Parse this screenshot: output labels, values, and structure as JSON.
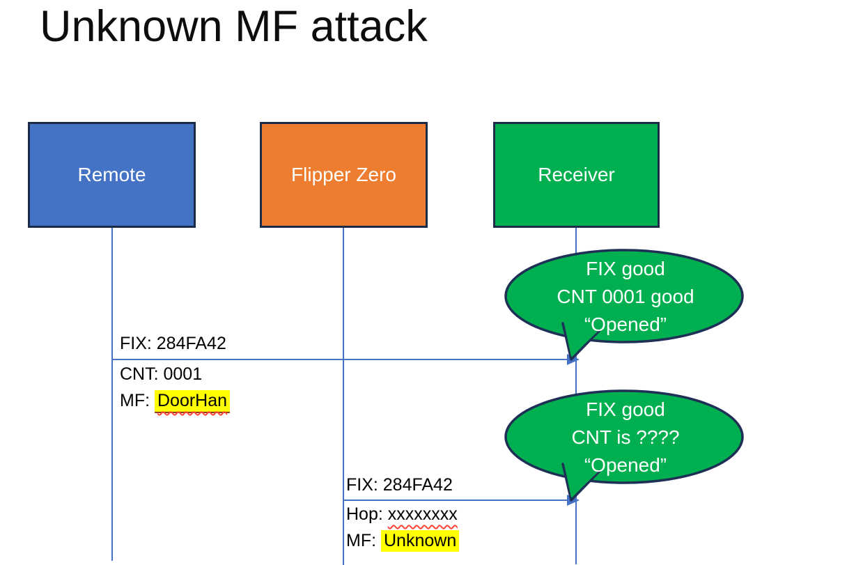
{
  "slide": {
    "title": "Unknown MF attack"
  },
  "colors": {
    "remote_fill": "#4472C4",
    "flipper_fill": "#ED7D31",
    "receiver_fill": "#00B050",
    "box_border": "#1C2B4A",
    "line_blue": "#4472C4",
    "bubble_fill": "#00B050",
    "bubble_border": "#1F3056",
    "highlight_yellow": "#FFFF00",
    "misspell_red": "#FF4433",
    "underline_maroon": "#8F3A20",
    "text_black": "#000000",
    "text_white": "#FFFFFF"
  },
  "actors": {
    "remote": {
      "label": "Remote"
    },
    "flipper": {
      "label": "Flipper Zero"
    },
    "receiver": {
      "label": "Receiver"
    }
  },
  "message1": {
    "line1": "FIX: 284FA42",
    "line2": "CNT: 0001",
    "line3_prefix": "MF: ",
    "line3_value": "DoorHan"
  },
  "message2": {
    "line1": "FIX: 284FA42",
    "line2_prefix": "Hop: ",
    "line2_value": "xxxxxxxx",
    "line3_prefix": "MF: ",
    "line3_value": "Unknown"
  },
  "callout1": {
    "line1": "FIX good",
    "line2": "CNT 0001 good",
    "line3": "“Opened”"
  },
  "callout2": {
    "line1": "FIX good",
    "line2": "CNT is ????",
    "line3": "“Opened”"
  }
}
